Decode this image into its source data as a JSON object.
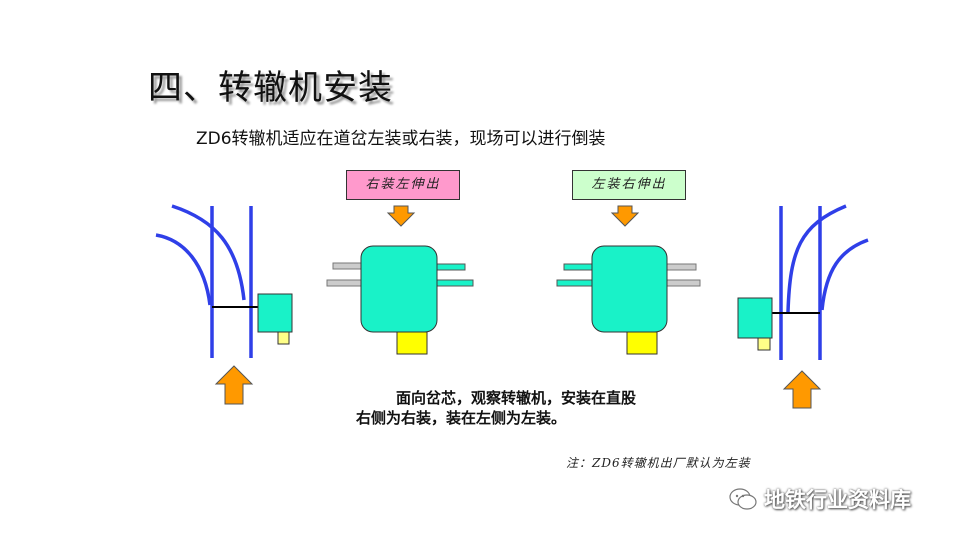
{
  "title": "四、转辙机安装",
  "subtitle": "ZD6转辙机适应在道岔左装或右装，现场可以进行倒装",
  "labels": {
    "right_install": "右装左伸出",
    "left_install": "左装右伸出"
  },
  "explanation": {
    "line1": "面向岔芯，观察转辙机，安装在直股",
    "line2": "右侧为右装，装在左侧为左装。"
  },
  "note": "注：ZD6转辙机出厂默认为左装",
  "watermark": "地铁行业资料库",
  "colors": {
    "rail": "#2f3fe8",
    "machine": "#19f2c8",
    "motor": "#ffff00",
    "arrow": "#ff9900",
    "right_box": "#ff99cc",
    "left_box": "#ccffcc"
  }
}
